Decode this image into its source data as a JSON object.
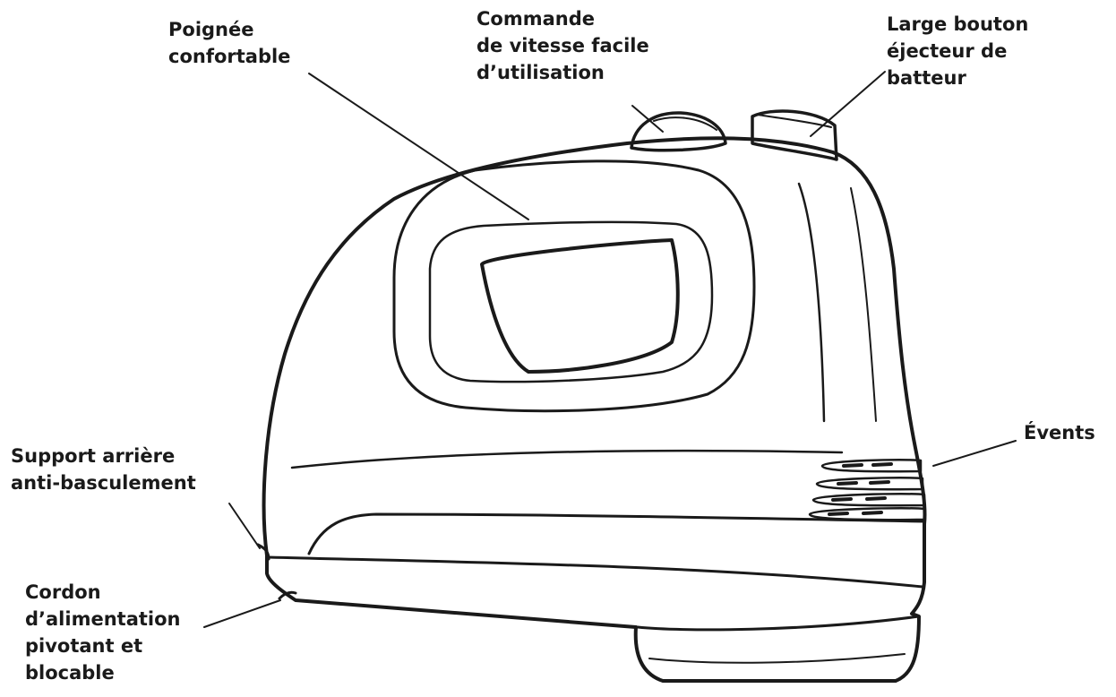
{
  "callouts": {
    "handle": [
      "Poignée",
      "confortable"
    ],
    "speed_control": [
      "Commande",
      "de vitesse facile",
      "d’utilisation"
    ],
    "ejector_button": [
      "Large bouton",
      "éjecteur de",
      "batteur"
    ],
    "vents": [
      "Évents"
    ],
    "heel_rest": [
      "Support arrière",
      "anti-basculement"
    ],
    "cord": [
      "Cordon",
      "d’alimentation",
      "pivotant et",
      "blocable"
    ]
  },
  "colors": {
    "ink": "#1a1a1a",
    "background": "#ffffff"
  }
}
